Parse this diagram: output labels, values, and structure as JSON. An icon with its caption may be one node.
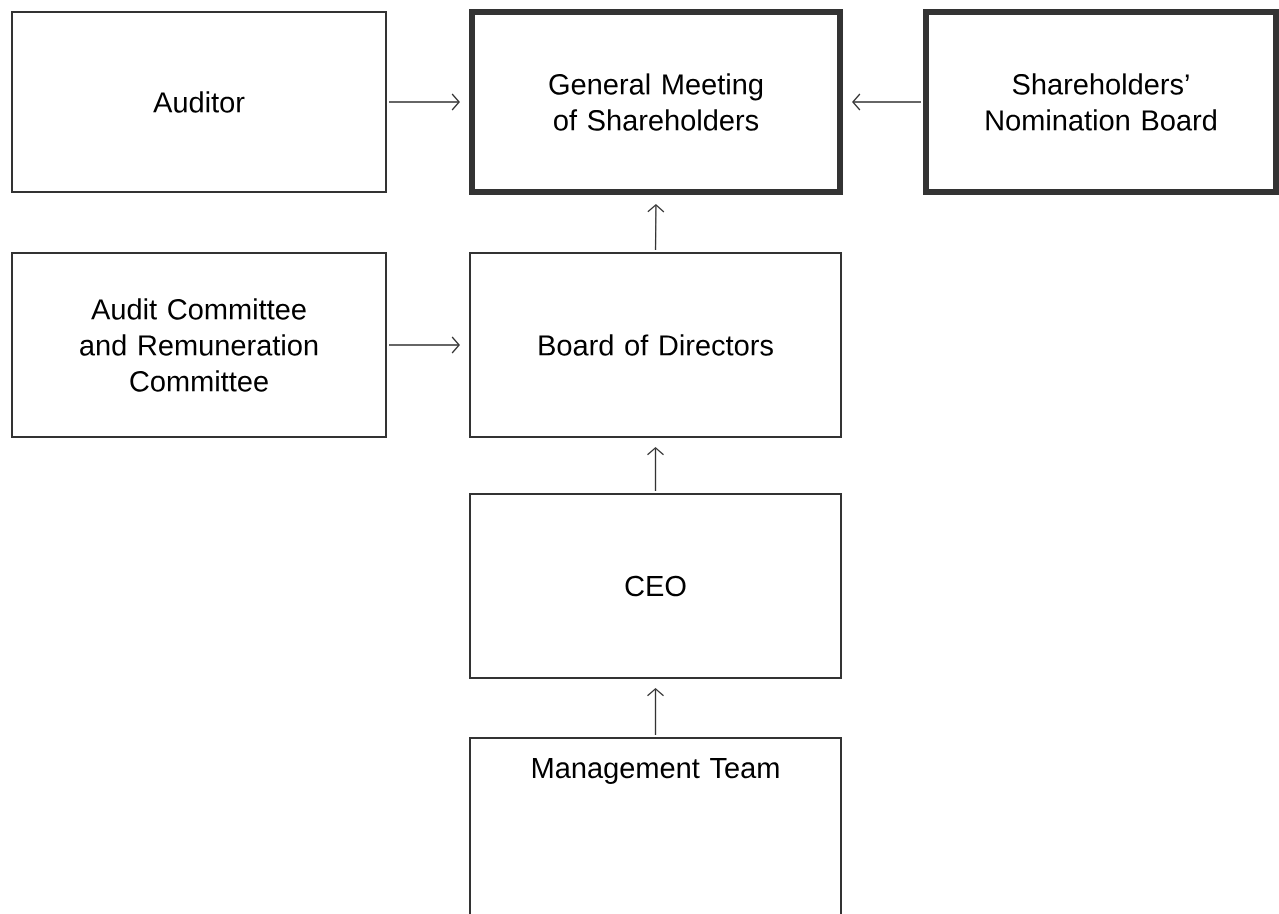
{
  "diagram": {
    "nodes": [
      {
        "text": [
          "Auditor"
        ]
      },
      {
        "text": [
          "General Meeting of Shareholders"
        ]
      },
      {
        "text": [
          "Shareholders’ Nomination Board"
        ]
      },
      {
        "text": [
          "Audit Committee and Remuneration Committee"
        ]
      },
      {
        "text": [
          "Board of Directors"
        ]
      },
      {
        "text": [
          "CEO"
        ]
      },
      {
        "text": [
          "Management Team"
        ]
      }
    ],
    "edges": [
      {
        "from": 0,
        "to": 1,
        "arrow": "to"
      },
      {
        "from": 2,
        "to": 1,
        "arrow": "to"
      },
      {
        "from": 4,
        "to": 1,
        "arrow": "to"
      },
      {
        "from": 3,
        "to": 4,
        "arrow": "to"
      },
      {
        "from": 5,
        "to": 4,
        "arrow": "to"
      },
      {
        "from": 6,
        "to": 5,
        "arrow": "to"
      }
    ]
  }
}
